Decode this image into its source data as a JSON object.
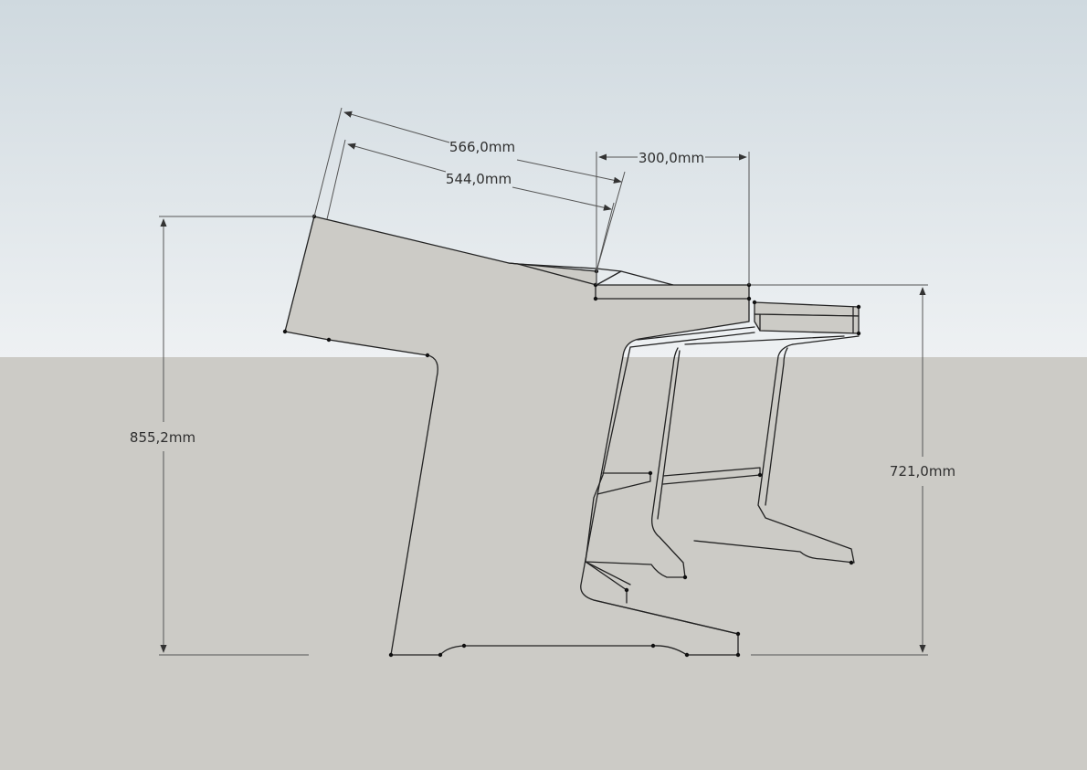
{
  "dimensions": {
    "slope_outer": "566,0mm",
    "slope_inner": "544,0mm",
    "shelf_depth": "300,0mm",
    "overall_height": "855,2mm",
    "shelf_height": "721,0mm"
  },
  "colors": {
    "sky_top": "#cfd9df",
    "sky_bottom": "#eef1f3",
    "ground": "#cccbc6",
    "model_face": "#cccbc6",
    "edge": "#222222",
    "dimension_line": "#555555"
  }
}
